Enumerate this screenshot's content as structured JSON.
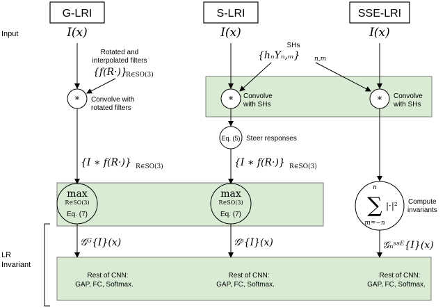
{
  "colors": {
    "panel_fill": "#d9ecd3",
    "panel_stroke": "#7a7a7a",
    "line": "#000000",
    "background": "#ffffff"
  },
  "columns": {
    "g_lri": "G-LRI",
    "s_lri": "S-LRI",
    "sse_lri": "SSE-LRI"
  },
  "row_labels": {
    "input": "Input",
    "lr_invariant_line1": "LR",
    "lr_invariant_line2": "Invariant"
  },
  "input_symbol": "I(x)",
  "g_branch": {
    "filters_label_line1": "Rotated and",
    "filters_label_line2": "interpolated filters",
    "filters_math": "{f(R·)}",
    "filters_sub": "R∈SO(3)",
    "conv_symbol": "*",
    "conv_label_line1": "Convolve with",
    "conv_label_line2": "rotated filters",
    "response_math": "{I ∗ f(R·)}",
    "response_sub": "R∈SO(3)",
    "max_label": "max",
    "max_sub": "R∈SO(3)",
    "eq_label": "Eq. (7)",
    "output_math": "𝒢ᴳ{I}(x)"
  },
  "s_branch": {
    "shs_label": "SHs",
    "shs_math": "{hₙYₙ,ₘ}",
    "shs_sub": "n,m",
    "conv_symbol": "*",
    "conv_label_line1": "Convolve",
    "conv_label_line2": "with SHs",
    "steer_eq": "Eq. (5)",
    "steer_label": "Steer responses",
    "response_math": "{I ∗ f(R·)}",
    "response_sub": "R∈SO(3)",
    "max_label": "max",
    "max_sub": "R∈SO(3)",
    "eq_label": "Eq. (7)",
    "output_math": "𝒢ˢ{I}(x)"
  },
  "sse_branch": {
    "conv_symbol": "*",
    "conv_label_line1": "Convolve",
    "conv_label_line2": "with SHs",
    "sum_top": "n",
    "sum_symbol": "∑",
    "sum_bottom": "m=−n",
    "sum_body": "|·|²",
    "compute_label_line1": "Compute",
    "compute_label_line2": "invariants",
    "output_math": "𝒢ₙˢˢᴱ{I}(x)"
  },
  "cnn_block": {
    "line1": "Rest of CNN:",
    "line2": "GAP, FC, Softmax."
  }
}
